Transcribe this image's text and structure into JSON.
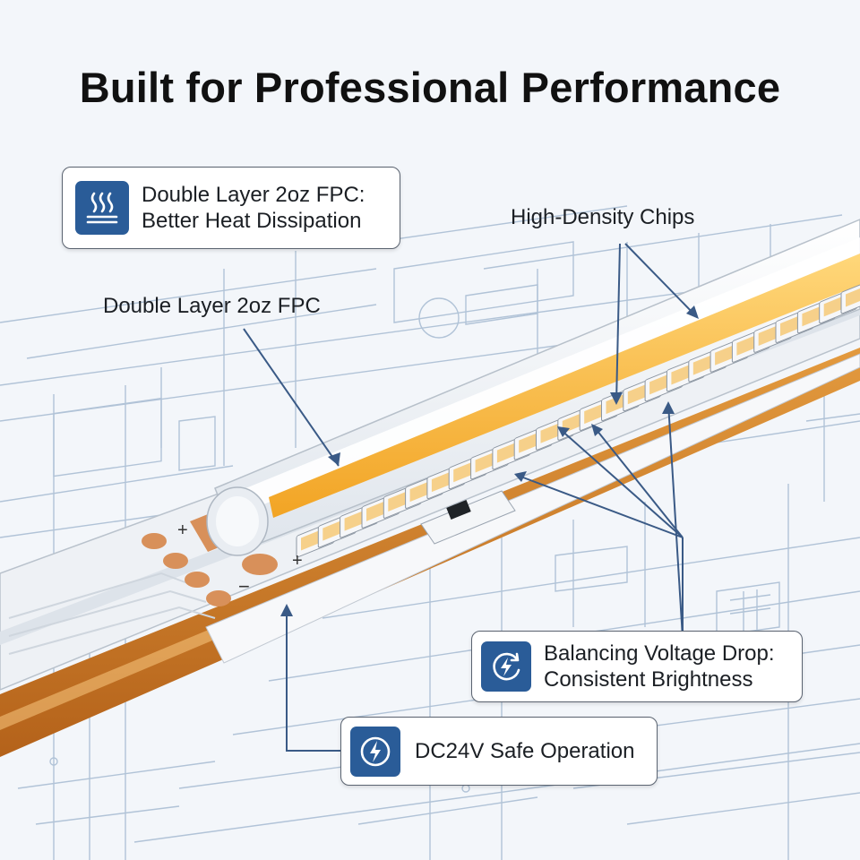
{
  "title": "Built for Professional Performance",
  "callouts": {
    "heat": {
      "line1": "Double Layer 2oz FPC:",
      "line2": "Better Heat Dissipation",
      "icon": "heat-waves-icon"
    },
    "chips": {
      "text": "High-Density Chips"
    },
    "fpc": {
      "text": "Double Layer 2oz FPC"
    },
    "voltage": {
      "line1": "Balancing Voltage Drop:",
      "line2": "Consistent Brightness",
      "icon": "lightning-gauge-icon"
    },
    "dc24": {
      "text": "DC24V Safe Operation",
      "icon": "power-icon"
    }
  },
  "strip_marks": {
    "plus": "+",
    "minus": "−",
    "plus_right": "+"
  },
  "colors": {
    "accent": "#2a5c98",
    "led_glow": "#f7b531",
    "copper": "#d07a2c",
    "blueprint": "#9bb2cc"
  }
}
